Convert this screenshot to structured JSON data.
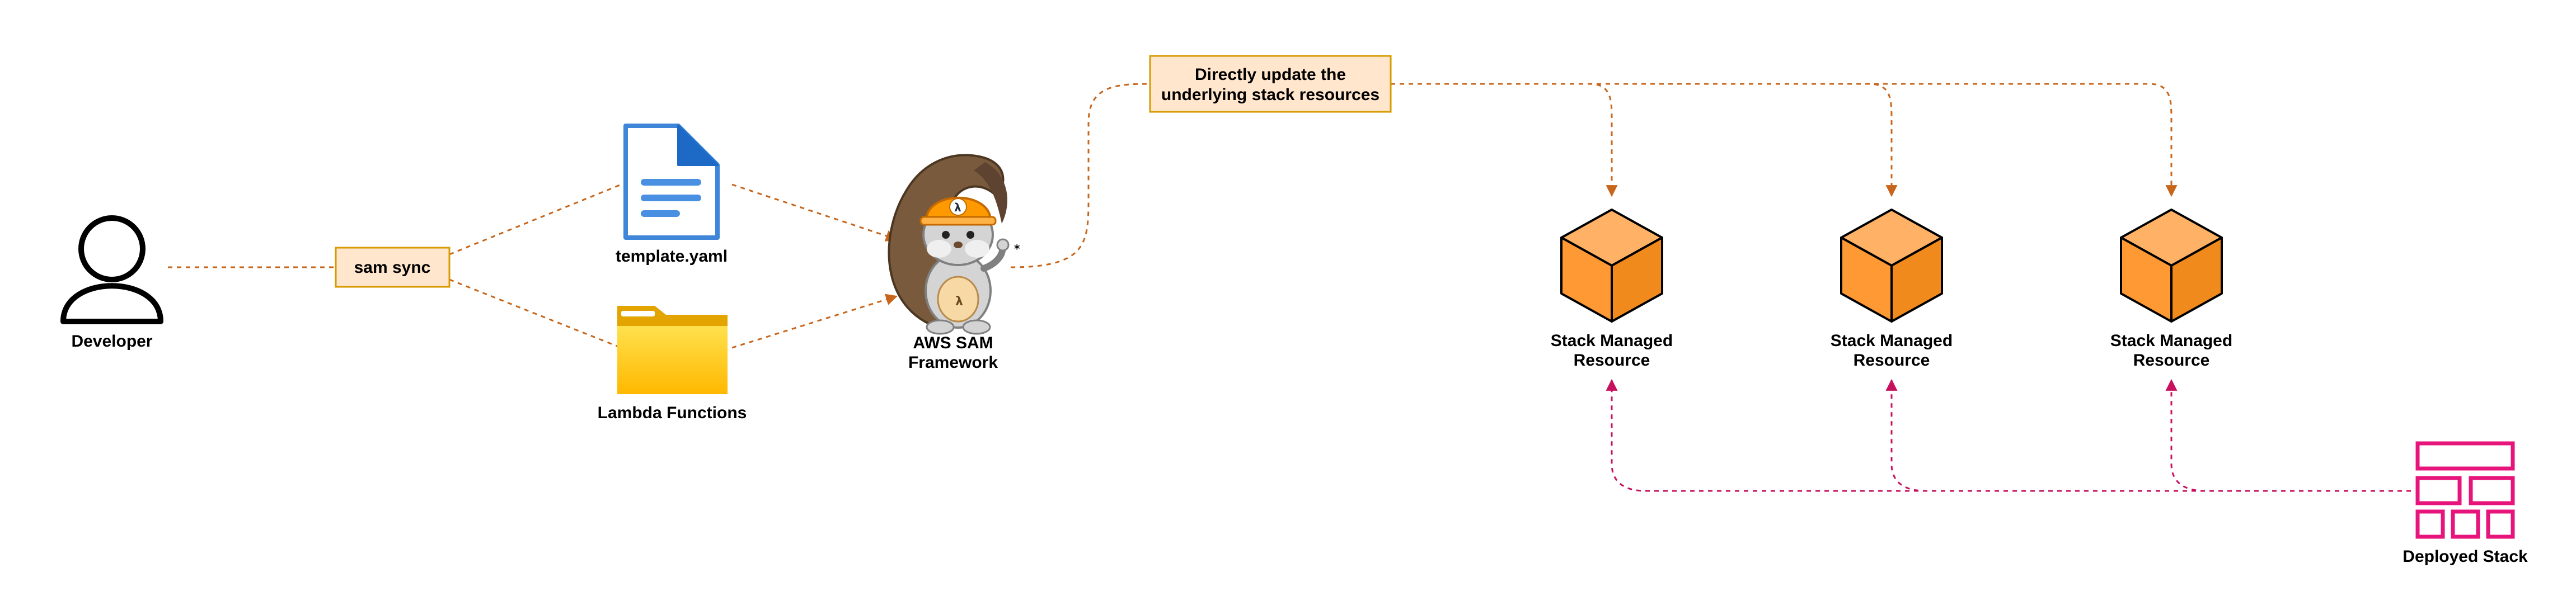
{
  "developer": {
    "label": "Developer"
  },
  "sam_sync": {
    "label": "sam sync"
  },
  "template_file": {
    "label": "template.yaml"
  },
  "lambda_folder": {
    "label": "Lambda Functions"
  },
  "sam_framework": {
    "label_line1": "AWS SAM",
    "label_line2": "Framework"
  },
  "update_note": {
    "line1": "Directly update the",
    "line2": "underlying stack resources"
  },
  "resources": [
    {
      "line1": "Stack Managed",
      "line2": "Resource"
    },
    {
      "line1": "Stack Managed",
      "line2": "Resource"
    },
    {
      "line1": "Stack Managed",
      "line2": "Resource"
    }
  ],
  "deployed_stack": {
    "label": "Deployed Stack"
  },
  "colors": {
    "orange_line": "#C7651A",
    "note_fill": "#FFE6CC",
    "note_stroke": "#D79B00",
    "cube_fill": "#FF9933",
    "stack_pink": "#E7157B",
    "doc_blue": "#3F86D8",
    "folder_yellow": "#FFCC00"
  },
  "icons": {
    "developer": "user-icon",
    "template": "document-icon",
    "lambda": "folder-icon",
    "sam": "sam-squirrel-icon",
    "resource": "cube-icon",
    "stack": "stack-icon"
  }
}
